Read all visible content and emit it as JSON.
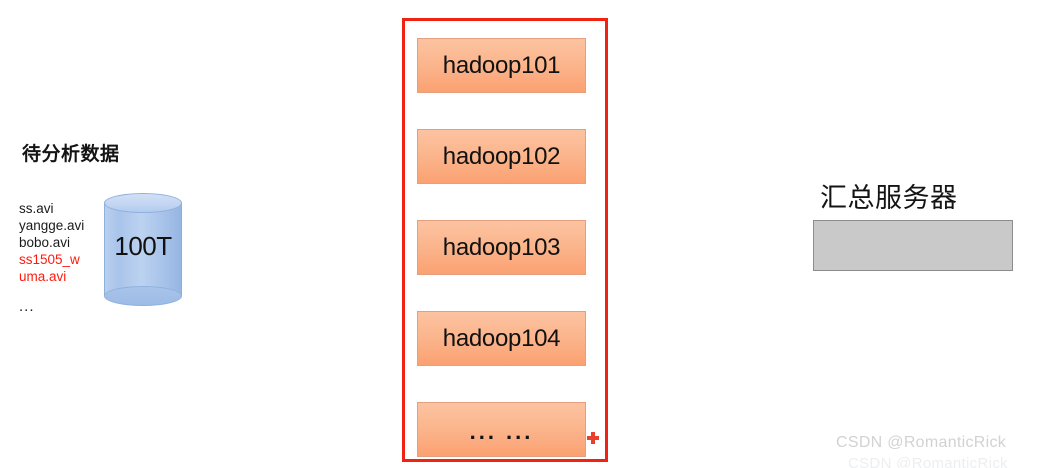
{
  "left_panel": {
    "title": "待分析数据",
    "files": [
      {
        "name": "ss.avi",
        "highlight": false
      },
      {
        "name": "yangge.avi",
        "highlight": false
      },
      {
        "name": "bobo.avi",
        "highlight": false
      },
      {
        "name": "ss1505_w",
        "highlight": true
      },
      {
        "name": "uma.avi",
        "highlight": true
      }
    ],
    "more_indicator": "...",
    "storage": {
      "capacity_label": "100T",
      "shape": "cylinder",
      "color": "#a9c4ea"
    }
  },
  "cluster": {
    "border_color": "#f02211",
    "node_color": "#fba172",
    "nodes": [
      {
        "label": "hadoop101"
      },
      {
        "label": "hadoop102"
      },
      {
        "label": "hadoop103"
      },
      {
        "label": "hadoop104"
      },
      {
        "label": "... ..."
      }
    ],
    "add_icon": "plus-icon"
  },
  "right_panel": {
    "title": "汇总服务器",
    "box_color": "#c9c9c9",
    "box_border_color": "#8c8c8c"
  },
  "watermark": {
    "text": "CSDN @RomanticRick",
    "secondary_text": "CSDN @RomanticRick",
    "color": "#d2d2d2"
  }
}
